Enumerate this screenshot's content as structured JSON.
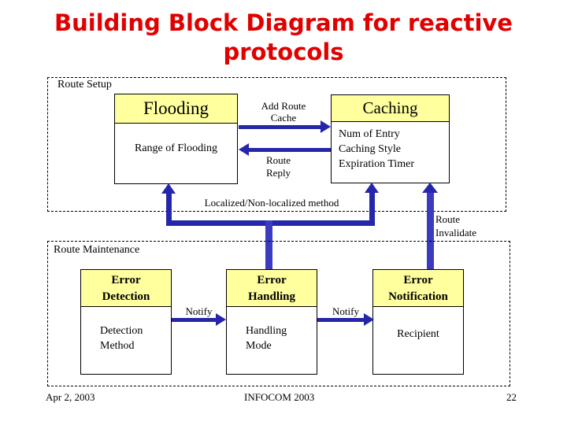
{
  "colors": {
    "title-red": "#e10000",
    "arrow-blue": "#2626ac",
    "connector-blue": "#3b3bc2",
    "header-yellow": "#ffff9e"
  },
  "title": {
    "line1": "Building Block Diagram for reactive",
    "line2": "protocols"
  },
  "route_setup": {
    "label": "Route Setup",
    "flooding": {
      "title": "Flooding",
      "body": "Range of Flooding"
    },
    "caching": {
      "title": "Caching",
      "items": {
        "0": "Num of Entry",
        "1": "Caching Style",
        "2": "Expiration Timer"
      }
    },
    "add_route_cache": {
      "line1": "Add Route",
      "line2": "Cache"
    },
    "route_reply": {
      "line1": "Route",
      "line2": "Reply"
    },
    "localized_label": "Localized/Non-localized method"
  },
  "route_invalidate": {
    "line1": "Route",
    "line2": "Invalidate"
  },
  "route_maintenance": {
    "label": "Route Maintenance",
    "error_detection": {
      "title_line1": "Error",
      "title_line2": "Detection",
      "body_line1": "Detection",
      "body_line2": "Method"
    },
    "error_handling": {
      "title_line1": "Error",
      "title_line2": "Handling",
      "body_line1": "Handling",
      "body_line2": "Mode"
    },
    "error_notification": {
      "title_line1": "Error",
      "title_line2": "Notification",
      "body": "Recipient"
    },
    "notify_left": "Notify",
    "notify_right": "Notify"
  },
  "footer": {
    "date": "Apr 2, 2003",
    "conference": "INFOCOM 2003",
    "page": "22"
  }
}
